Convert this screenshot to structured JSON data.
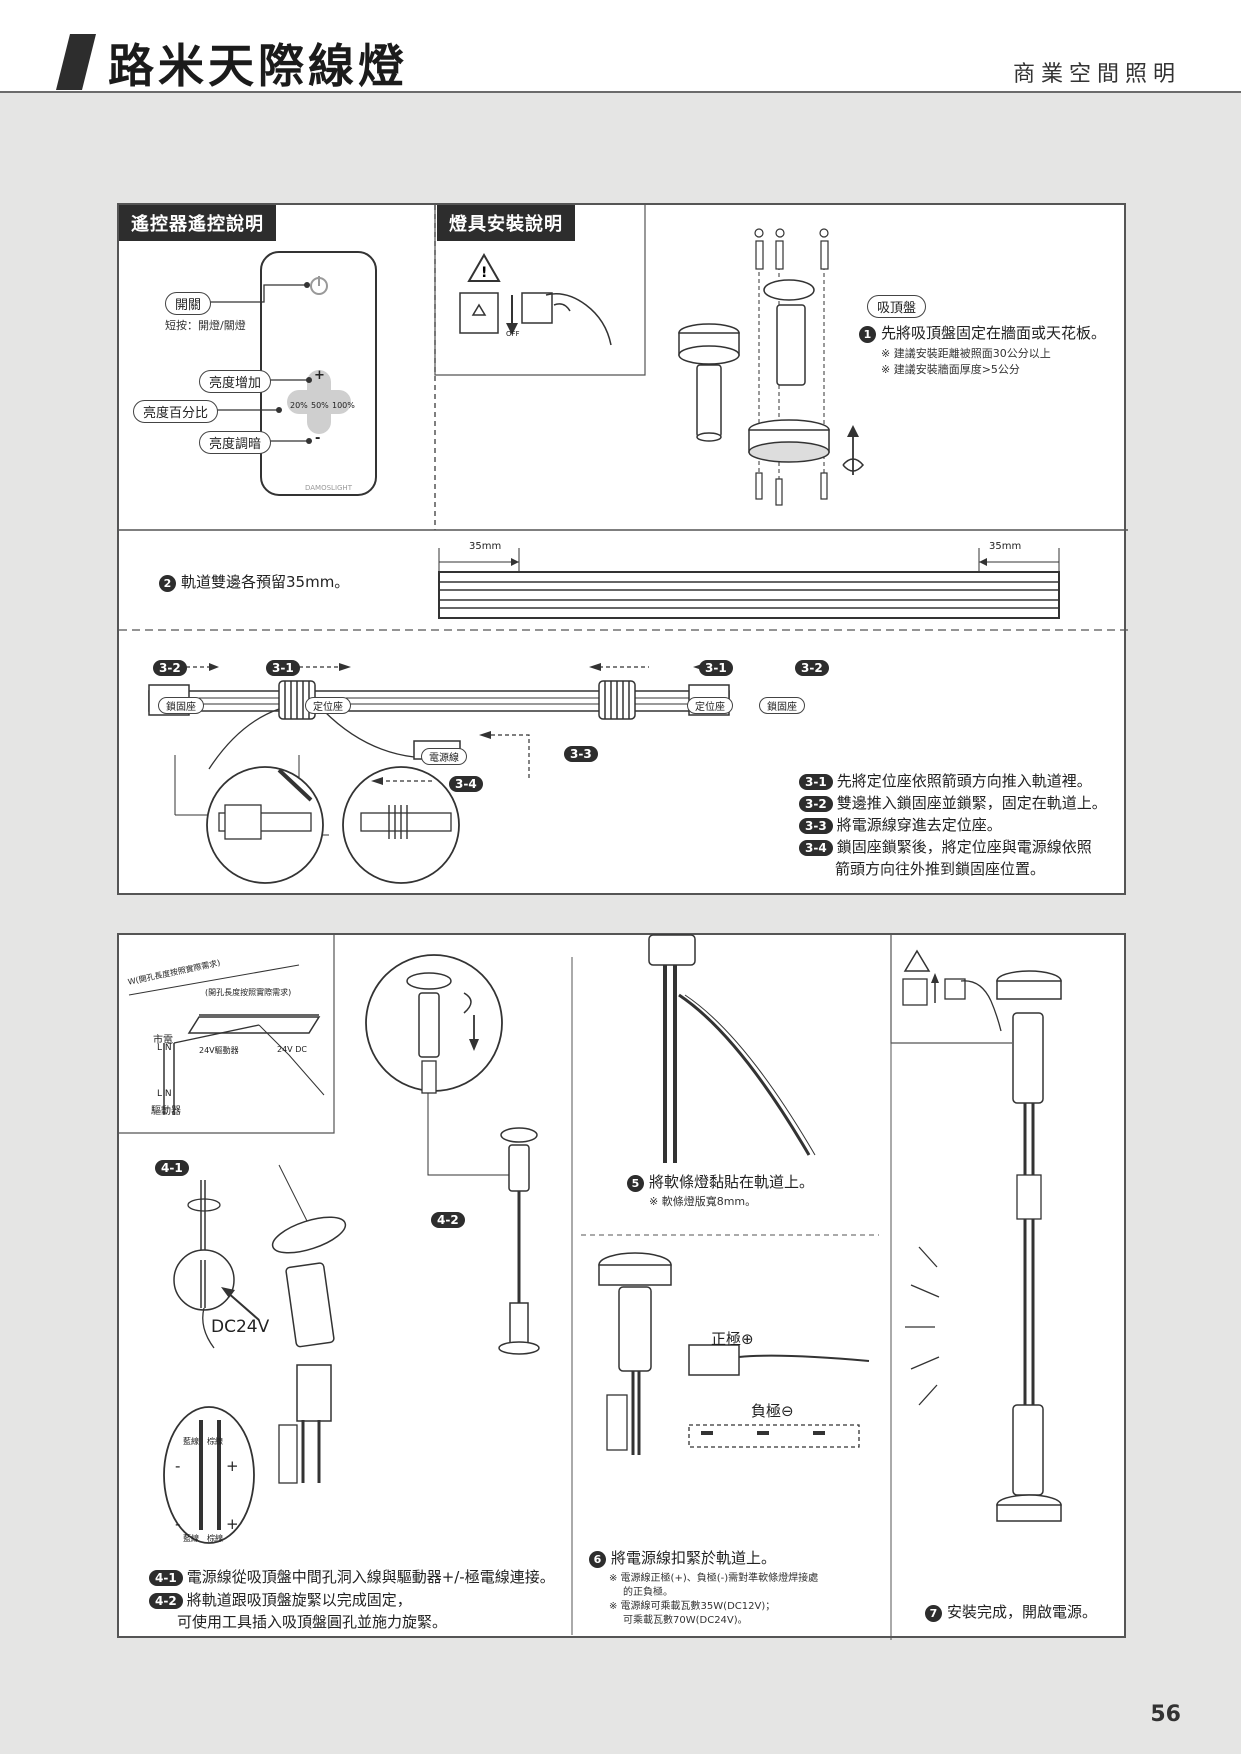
{
  "header": {
    "title": "路米天際線燈",
    "category": "商業空間照明"
  },
  "page_number": "56",
  "remote": {
    "section_title": "遙控器遙控說明",
    "power_label": "開關",
    "power_note": "短按：開燈/關燈",
    "bright_up": "亮度增加",
    "bright_pct": "亮度百分比",
    "bright_down": "亮度調暗",
    "pct_20": "20%",
    "pct_50": "50%",
    "pct_100": "100%",
    "plus": "+",
    "minus": "-",
    "brand": "DAMOSLIGHT"
  },
  "install": {
    "section_title": "燈具安裝說明",
    "off_label": "OFF",
    "mount_label": "吸頂盤",
    "step1": "先將吸頂盤固定在牆面或天花板。",
    "step1_note1": "※ 建議安裝距離被照面30公分以上",
    "step1_note2": "※ 建議安裝牆面厚度>5公分",
    "step1_num": "1",
    "step2_num": "2",
    "step2": "軌道雙邊各預留35mm。",
    "dim_left": "35mm",
    "dim_right": "35mm"
  },
  "step3": {
    "tag_32": "3-2",
    "tag_31": "3-1",
    "tag_33": "3-3",
    "tag_34": "3-4",
    "lock_seat": "鎖固座",
    "pos_seat": "定位座",
    "power_cord": "電源線",
    "s1": "先將定位座依照箭頭方向推入軌道裡。",
    "s2": "雙邊推入鎖固座並鎖緊，固定在軌道上。",
    "s3": "將電源線穿進去定位座。",
    "s4a": "鎖固座鎖緊後，將定位座與電源線依照",
    "s4b": "箭頭方向往外推到鎖固座位置。"
  },
  "panel2": {
    "wire_note1": "W(開孔長度按照實際需求)",
    "wire_note2": "(開孔長度按照實際需求)",
    "mains": "市電",
    "driver24": "24V驅動器",
    "dc24": "24V DC",
    "ln_top": "L  N",
    "ln_bot": "L  N",
    "driver": "驅動器",
    "tag_41": "4-1",
    "tag_42": "4-2",
    "dc24v": "DC24V",
    "wire_blue": "藍線",
    "wire_brown": "棕線",
    "s41": "電源線從吸頂盤中間孔洞入線與驅動器+/-極電線連接。",
    "s42a": "將軌道跟吸頂盤旋緊以完成固定，",
    "s42b": "可使用工具插入吸頂盤圓孔並施力旋緊。",
    "step5_num": "5",
    "step5": "將軟條燈黏貼在軌道上。",
    "step5_note": "※ 軟條燈版寬8mm。",
    "pos_pole": "正極⊕",
    "neg_pole": "負極⊖",
    "step6_num": "6",
    "step6": "將電源線扣緊於軌道上。",
    "step6_note1": "※ 電源線正極(+)、負極(-)需對準軟條燈焊接處",
    "step6_note1b": "的正負極。",
    "step6_note2": "※ 電源線可乘載瓦數35W(DC12V)；",
    "step6_note2b": "可乘載瓦數70W(DC24V)。",
    "step7_num": "7",
    "step7": "安裝完成，開啟電源。"
  }
}
